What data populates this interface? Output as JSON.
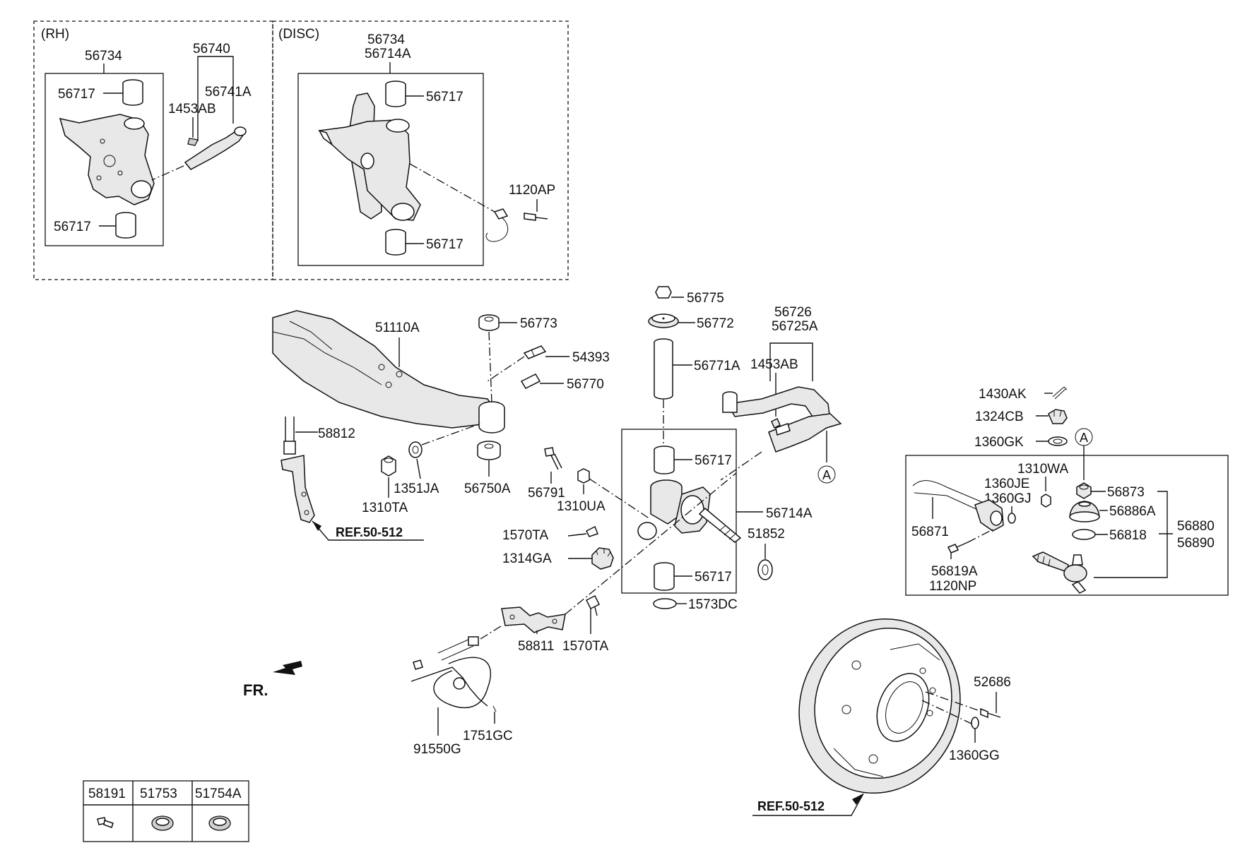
{
  "inset_rh": {
    "header": "(RH)",
    "labels": {
      "knuckle": "56734",
      "arm": "56740",
      "arm_sub": "56741A",
      "key": "1453AB",
      "bush_top": "56717",
      "bush_bottom": "56717"
    }
  },
  "inset_disc": {
    "header": "(DISC)",
    "labels": {
      "knuckle_a": "56734",
      "knuckle_b": "56714A",
      "bush_top": "56717",
      "bush_bottom": "56717",
      "bolt": "1120AP"
    }
  },
  "main": {
    "labels": {
      "crossmember": "51110A",
      "bushing_top": "56773",
      "bolt_54393": "54393",
      "bolt_56770": "56770",
      "bushing_bottom": "56750A",
      "washer": "1351JA",
      "nut": "1310TA",
      "hose_bracket": "58812",
      "cap": "56775",
      "seal": "56772",
      "kingpin": "56771A",
      "arm_a": "56726",
      "arm_b": "56725A",
      "key": "1453AB",
      "kp_bush_top": "56717",
      "kp_bush_bottom": "56717",
      "knuckle": "56714A",
      "bolt_56791": "56791",
      "nut_1310UA": "1310UA",
      "fitting_top": "1570TA",
      "castle_nut": "1314GA",
      "spacer": "51852",
      "ring": "1573DC",
      "fitting_bottom": "1570TA",
      "bracket_58811": "58811",
      "hose": "91550G",
      "clip": "1751GC",
      "bolt_52686": "52686",
      "washer_1360GG": "1360GG"
    },
    "ref_left": "REF.50-512",
    "ref_bottom": "REF.50-512",
    "front_label": "FR.",
    "callout_a": "A"
  },
  "tie_rod": {
    "cotter": "1430AK",
    "nut": "1324CB",
    "washer": "1360GK",
    "callout_a": "A",
    "nut_1310WA": "1310WA",
    "washer_je": "1360JE",
    "washer_gj": "1360GJ",
    "nut_56873": "56873",
    "boot": "56886A",
    "ring": "56818",
    "assembly_a": "56880",
    "assembly_b": "56890",
    "rod": "56871",
    "bolt_a": "56819A",
    "bolt_b": "1120NP"
  },
  "legend_table": {
    "headers": [
      "58191",
      "51753",
      "51754A"
    ],
    "icons": [
      "bolt-icon",
      "seal-icon",
      "seal-icon"
    ]
  }
}
